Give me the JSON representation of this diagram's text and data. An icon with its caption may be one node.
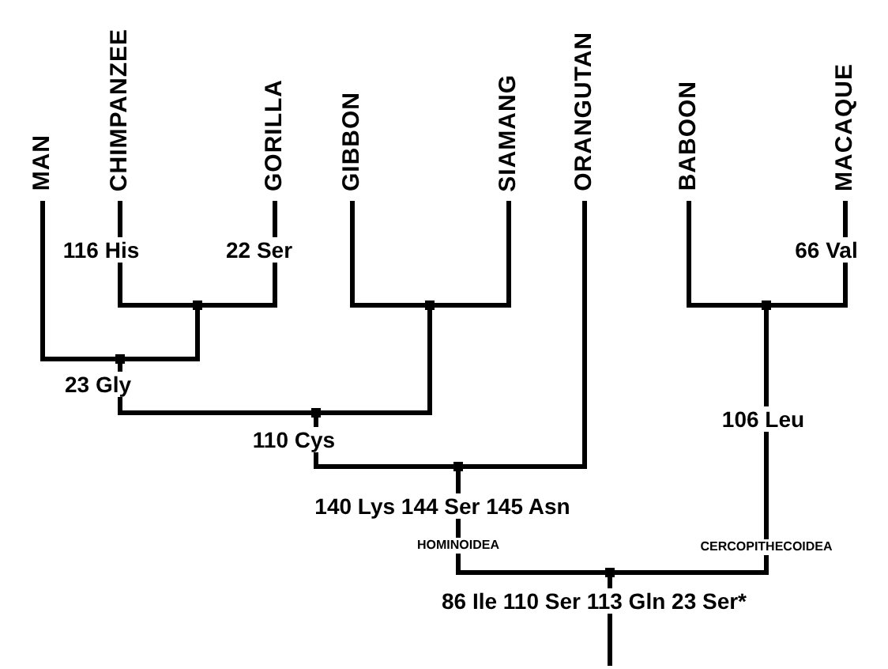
{
  "diagram": {
    "nodes": [
      {
        "text": [
          "MAN"
        ]
      },
      {
        "text": [
          "CHIMPANZEE"
        ]
      },
      {
        "text": [
          "GORILLA"
        ]
      },
      {
        "text": [
          "GIBBON"
        ]
      },
      {
        "text": [
          "SIAMANG"
        ]
      },
      {
        "text": [
          "ORANGUTAN"
        ]
      },
      {
        "text": [
          "BABOON"
        ]
      },
      {
        "text": [
          "MACAQUE"
        ]
      },
      {
        "text": [],
        "shape": "point"
      },
      {
        "text": [],
        "shape": "point"
      },
      {
        "text": [],
        "shape": "point"
      },
      {
        "text": [],
        "shape": "point"
      },
      {
        "text": [],
        "shape": "point"
      },
      {
        "text": [],
        "shape": "point"
      },
      {
        "text": [],
        "shape": "point"
      }
    ],
    "edges": [
      {
        "from": 0,
        "to": 9,
        "arrow": "none"
      },
      {
        "from": 1,
        "to": 8,
        "arrow": "none",
        "label": "116 His"
      },
      {
        "from": 2,
        "to": 8,
        "arrow": "none",
        "label": "22 Ser"
      },
      {
        "from": 8,
        "to": 9,
        "arrow": "none"
      },
      {
        "from": 9,
        "to": 11,
        "arrow": "none",
        "label": "23 Gly"
      },
      {
        "from": 3,
        "to": 10,
        "arrow": "none"
      },
      {
        "from": 4,
        "to": 10,
        "arrow": "none"
      },
      {
        "from": 10,
        "to": 11,
        "arrow": "none"
      },
      {
        "from": 11,
        "to": 12,
        "arrow": "none",
        "label": "110 Cys"
      },
      {
        "from": 5,
        "to": 12,
        "arrow": "none"
      },
      {
        "from": 12,
        "to": 14,
        "arrow": "none",
        "label": "140 Lys 144 Ser 145 Asn"
      },
      {
        "from": 6,
        "to": 13,
        "arrow": "none"
      },
      {
        "from": 7,
        "to": 13,
        "arrow": "none",
        "label": "66 Val"
      },
      {
        "from": 13,
        "to": 14,
        "arrow": "none",
        "label": "106 Leu"
      },
      {
        "from": 14,
        "to": null,
        "arrow": "none",
        "label": "86 Ile 110 Ser 113 Gln 23 Ser*"
      }
    ],
    "labels": [
      "HOMINOIDEA",
      "CERCOPITHECOIDEA"
    ]
  }
}
